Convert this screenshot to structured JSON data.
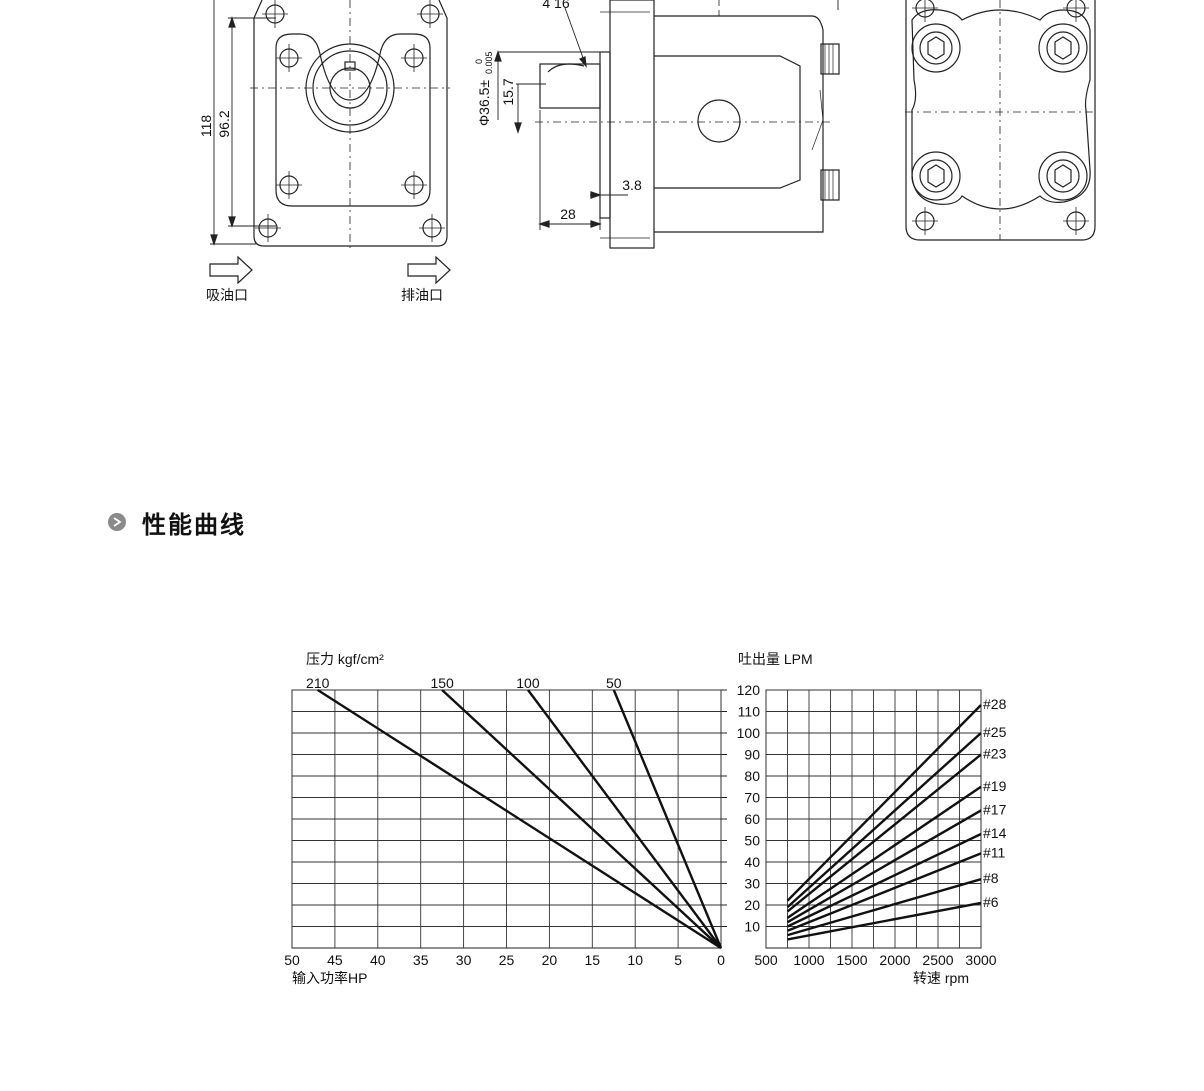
{
  "drawing": {
    "front_view": {
      "dims": [
        "118",
        "96.2"
      ],
      "inlet_label": "吸油口",
      "outlet_label": "排油口"
    },
    "side_view": {
      "dims": [
        "4 16",
        "Φ36.5±",
        "0",
        "0.005",
        "15.7",
        "3.8",
        "28"
      ]
    }
  },
  "section": {
    "title": "性能曲线"
  },
  "chart_data": {
    "type": "line",
    "left": {
      "top_label": "压力  kgf/cm²",
      "xlabel": "输入功率HP",
      "x_ticks": [
        50,
        45,
        40,
        35,
        30,
        25,
        20,
        15,
        10,
        5,
        0
      ],
      "xlim": [
        50,
        0
      ],
      "series": [
        {
          "name": "210",
          "points": [
            [
              47,
              120
            ],
            [
              0,
              0
            ]
          ]
        },
        {
          "name": "150",
          "points": [
            [
              32.5,
              120
            ],
            [
              0,
              0
            ]
          ]
        },
        {
          "name": "100",
          "points": [
            [
              22.5,
              120
            ],
            [
              0,
              0
            ]
          ]
        },
        {
          "name": "50",
          "points": [
            [
              12.5,
              120
            ],
            [
              0,
              0
            ]
          ]
        }
      ]
    },
    "right": {
      "top_label": "吐出量  LPM",
      "xlabel": "转速  rpm",
      "x_ticks": [
        500,
        1000,
        1500,
        2000,
        2500,
        3000
      ],
      "xlim": [
        500,
        3000
      ],
      "series": [
        {
          "name": "#28",
          "points": [
            [
              750,
              22
            ],
            [
              3000,
              113
            ]
          ]
        },
        {
          "name": "#25",
          "points": [
            [
              750,
              19
            ],
            [
              3000,
              100
            ]
          ]
        },
        {
          "name": "#23",
          "points": [
            [
              750,
              17
            ],
            [
              3000,
              90
            ]
          ]
        },
        {
          "name": "#19",
          "points": [
            [
              750,
              14
            ],
            [
              3000,
              75
            ]
          ]
        },
        {
          "name": "#17",
          "points": [
            [
              750,
              12
            ],
            [
              3000,
              64
            ]
          ]
        },
        {
          "name": "#14",
          "points": [
            [
              750,
              10
            ],
            [
              3000,
              53
            ]
          ]
        },
        {
          "name": "#11",
          "points": [
            [
              750,
              8
            ],
            [
              3000,
              44
            ]
          ]
        },
        {
          "name": "#8",
          "points": [
            [
              750,
              6
            ],
            [
              3000,
              32
            ]
          ]
        },
        {
          "name": "#6",
          "points": [
            [
              750,
              4
            ],
            [
              3000,
              21
            ]
          ]
        }
      ]
    },
    "y_ticks": [
      10,
      20,
      30,
      40,
      50,
      60,
      70,
      80,
      90,
      100,
      110,
      120
    ],
    "ylim": [
      0,
      120
    ],
    "grid": true
  }
}
